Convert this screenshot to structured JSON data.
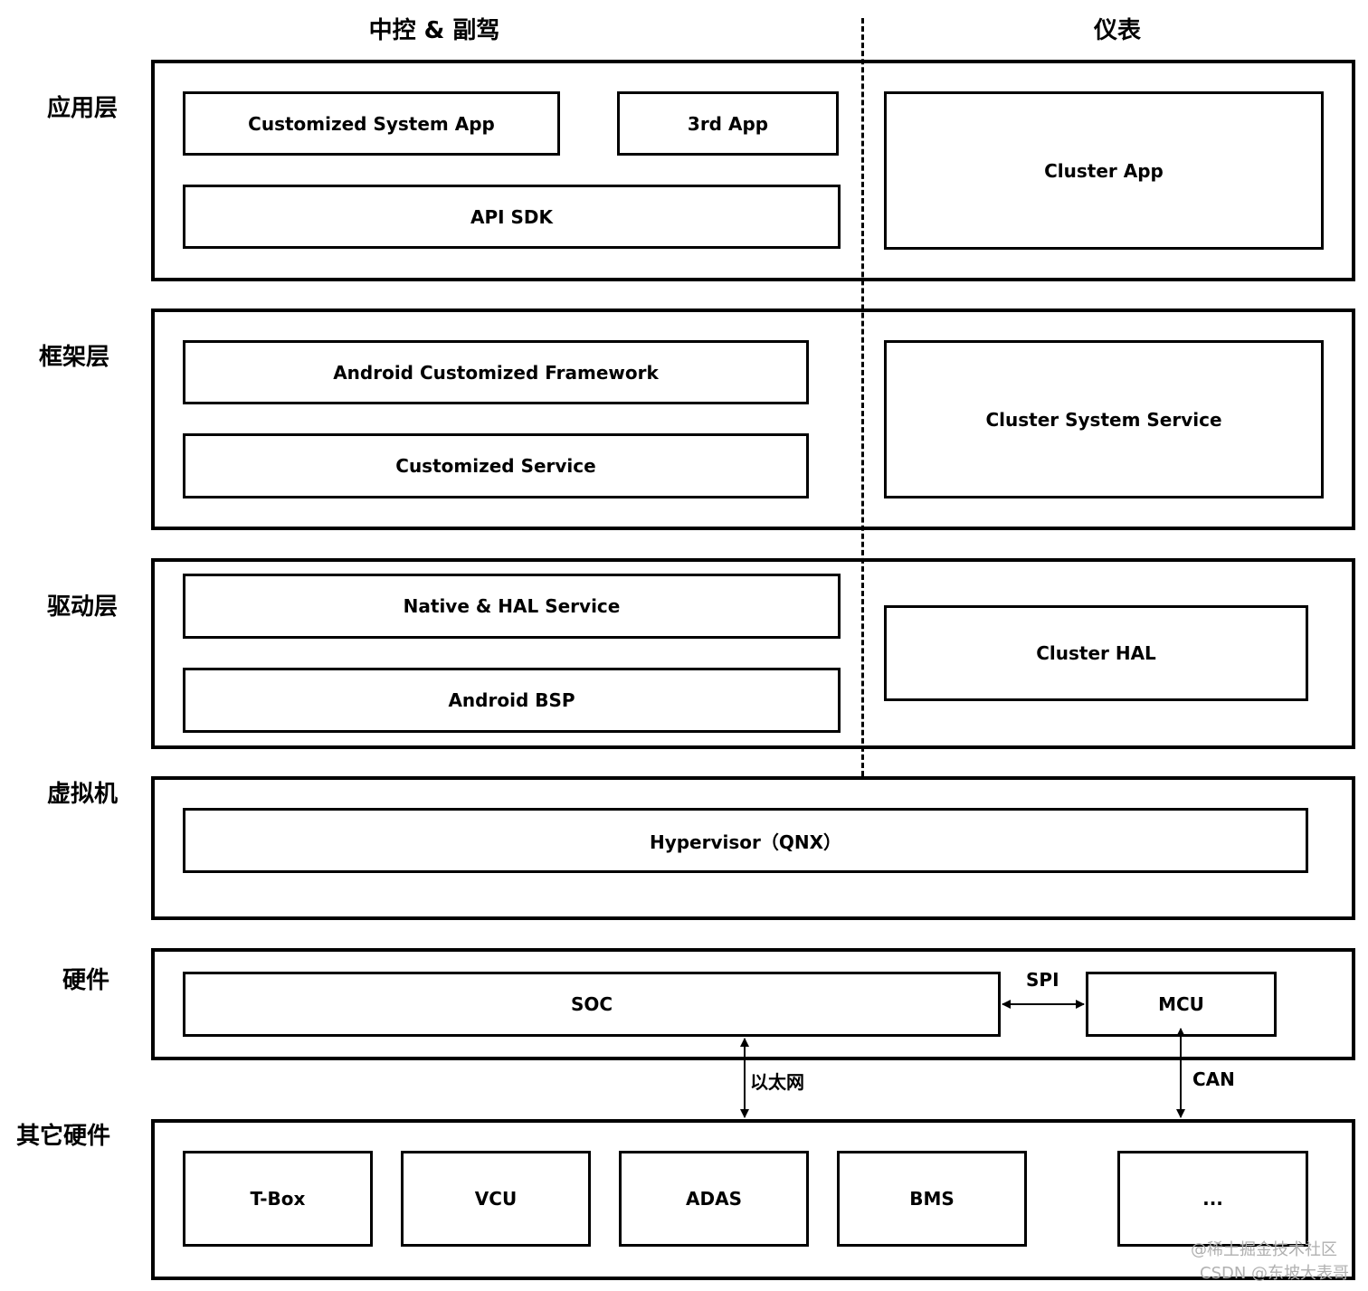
{
  "columns": {
    "left": "中控 & 副驾",
    "right": "仪表"
  },
  "layers": {
    "app": "应用层",
    "framework": "框架层",
    "driver": "驱动层",
    "vm": "虚拟机",
    "hardware": "硬件",
    "other_hardware": "其它硬件"
  },
  "components": {
    "customized_system_app": "Customized System App",
    "third_app": "3rd App",
    "api_sdk": "API SDK",
    "cluster_app": "Cluster App",
    "android_customized_framework": "Android Customized Framework",
    "customized_service": "Customized Service",
    "cluster_system_service": "Cluster System Service",
    "native_hal_service": "Native & HAL Service",
    "android_bsp": "Android BSP",
    "cluster_hal": "Cluster HAL",
    "hypervisor": "Hypervisor（QNX）",
    "soc": "SOC",
    "mcu": "MCU"
  },
  "connections": {
    "spi": "SPI",
    "ethernet": "以太网",
    "can": "CAN"
  },
  "other_hardware_items": [
    "T-Box",
    "VCU",
    "ADAS",
    "BMS",
    "..."
  ],
  "watermark": {
    "line1": "@稀土掘金技术社区",
    "line2": "CSDN @东坡大表哥"
  }
}
